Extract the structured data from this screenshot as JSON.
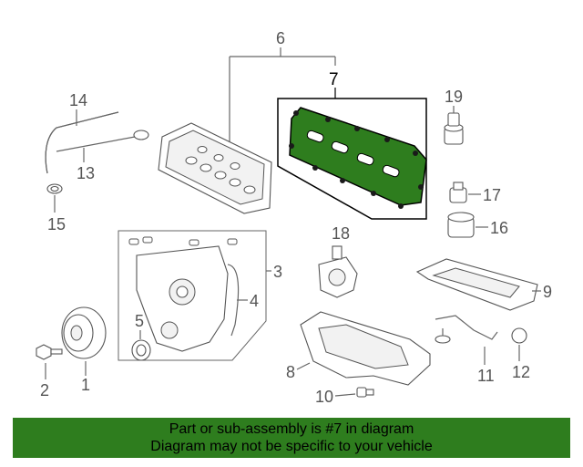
{
  "diagram": {
    "callouts": [
      "1",
      "2",
      "3",
      "4",
      "5",
      "6",
      "7",
      "8",
      "9",
      "10",
      "11",
      "12",
      "13",
      "14",
      "15",
      "16",
      "17",
      "18",
      "19"
    ],
    "highlight_color": "#2e7d1e",
    "highlighted_part": "7"
  },
  "banner": {
    "line1": "Part or sub-assembly is #7 in diagram",
    "line2": "Diagram may not be specific to your vehicle",
    "background": "#2e7d1e"
  }
}
